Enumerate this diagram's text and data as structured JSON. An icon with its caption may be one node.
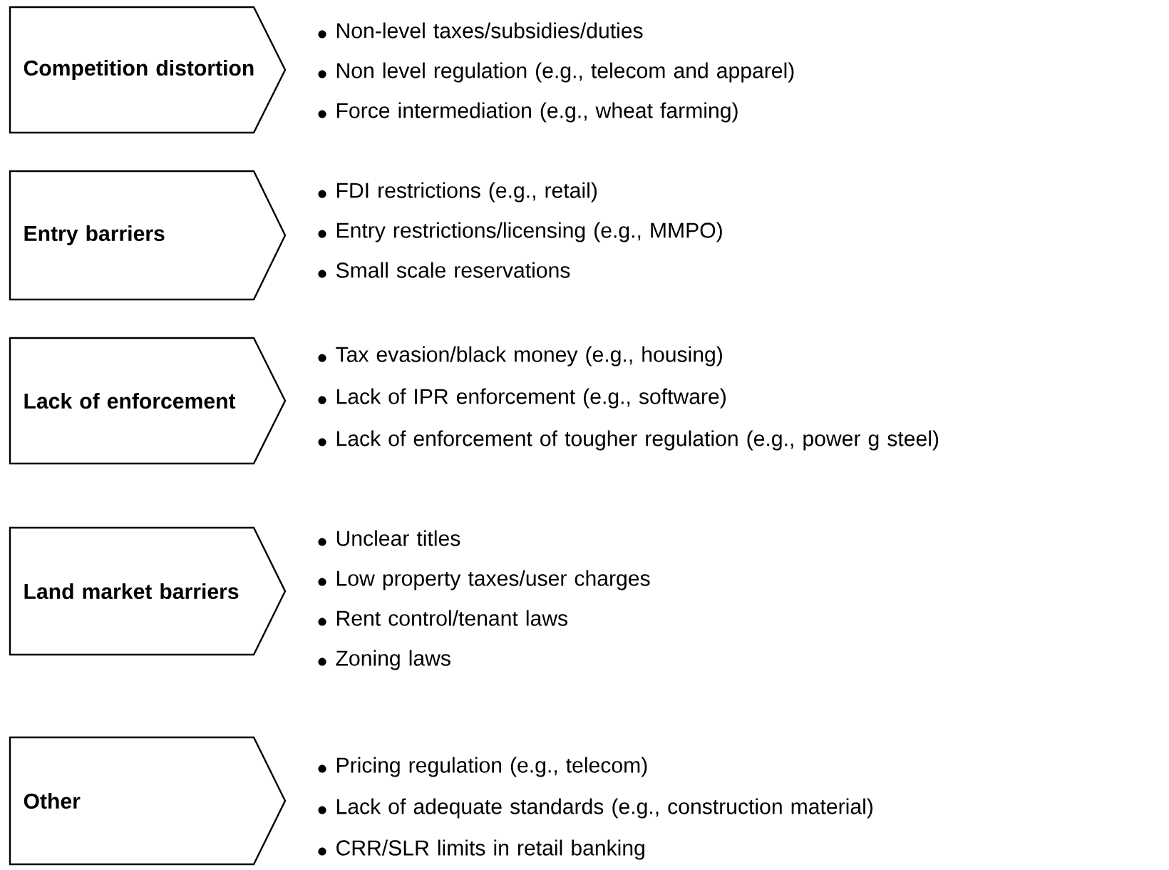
{
  "diagram": {
    "nodes": [
      {
        "text": [
          "Competition distortion"
        ],
        "beside": [
          "Non-level taxes/subsidies/duties",
          "Non level regulation (e.g., telecom and apparel)",
          "Force intermediation (e.g., wheat farming)"
        ]
      },
      {
        "text": [
          "Entry barriers"
        ],
        "beside": [
          "FDI restrictions (e.g., retail)",
          "Entry restrictions/licensing (e.g., MMPO)",
          "Small scale reservations"
        ]
      },
      {
        "text": [
          "Lack of enforcement"
        ],
        "beside": [
          "Tax evasion/black money (e.g., housing)",
          "Lack of IPR enforcement (e.g., software)",
          "Lack of enforcement of tougher regulation (e.g., power g steel)"
        ]
      },
      {
        "text": [
          "Land market barriers"
        ],
        "beside": [
          "Unclear titles",
          "Low property taxes/user charges",
          "Rent control/tenant laws",
          "Zoning laws"
        ]
      },
      {
        "text": [
          "Other"
        ],
        "beside": [
          "Pricing regulation (e.g., telecom)",
          "Lack of adequate standards (e.g., construction material)",
          "CRR/SLR limits in retail banking"
        ]
      }
    ]
  }
}
